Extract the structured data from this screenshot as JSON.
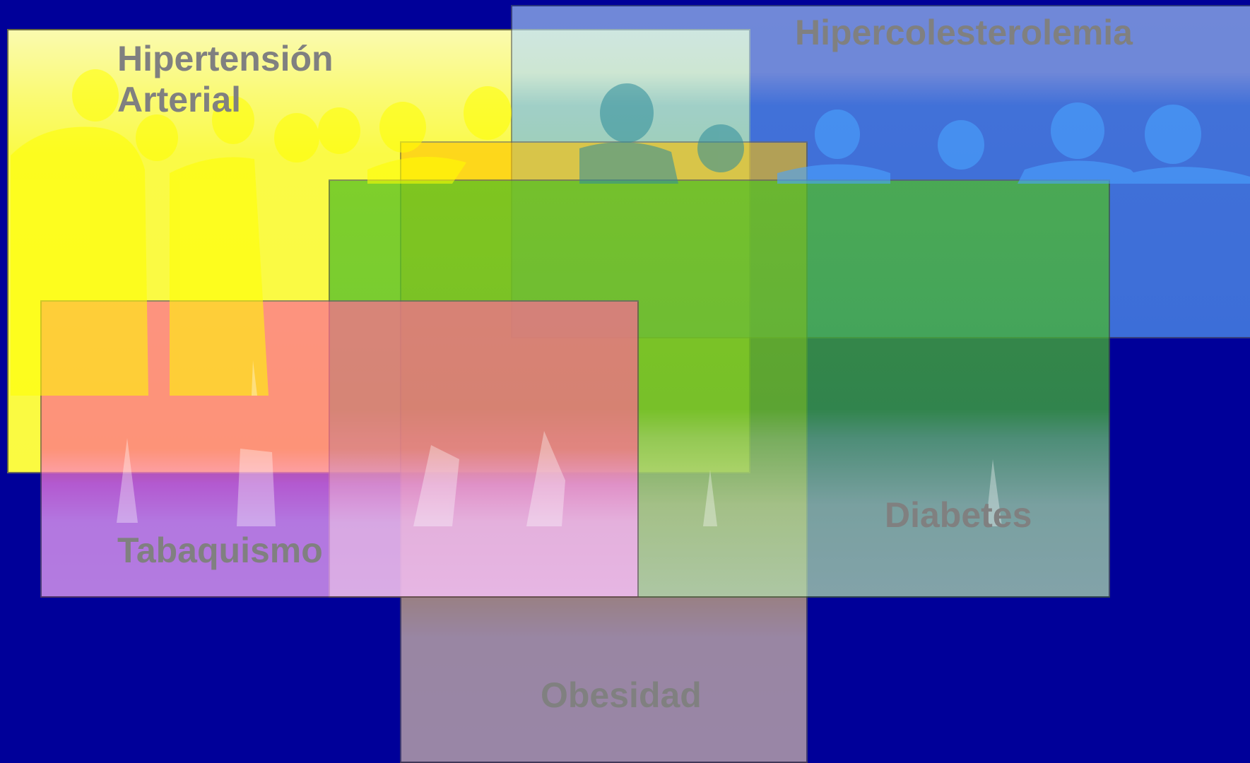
{
  "diagram": {
    "background_color": "#000099",
    "label_color": "#808080",
    "sets": [
      {
        "key": "hypertension",
        "lines": [
          "Hipertensión",
          "Arterial"
        ],
        "color": "#ffff40"
      },
      {
        "key": "cholesterol",
        "lines": [
          "Hipercolesterolemia"
        ],
        "color": "#62b2ff"
      },
      {
        "key": "smoking",
        "lines": [
          "Tabaquismo"
        ],
        "color": "#ff6898"
      },
      {
        "key": "diabetes",
        "lines": [
          "Diabetes"
        ],
        "color": "#4fbf22"
      },
      {
        "key": "obesity",
        "lines": [
          "Obesidad"
        ],
        "color": "#ffc000"
      }
    ]
  }
}
